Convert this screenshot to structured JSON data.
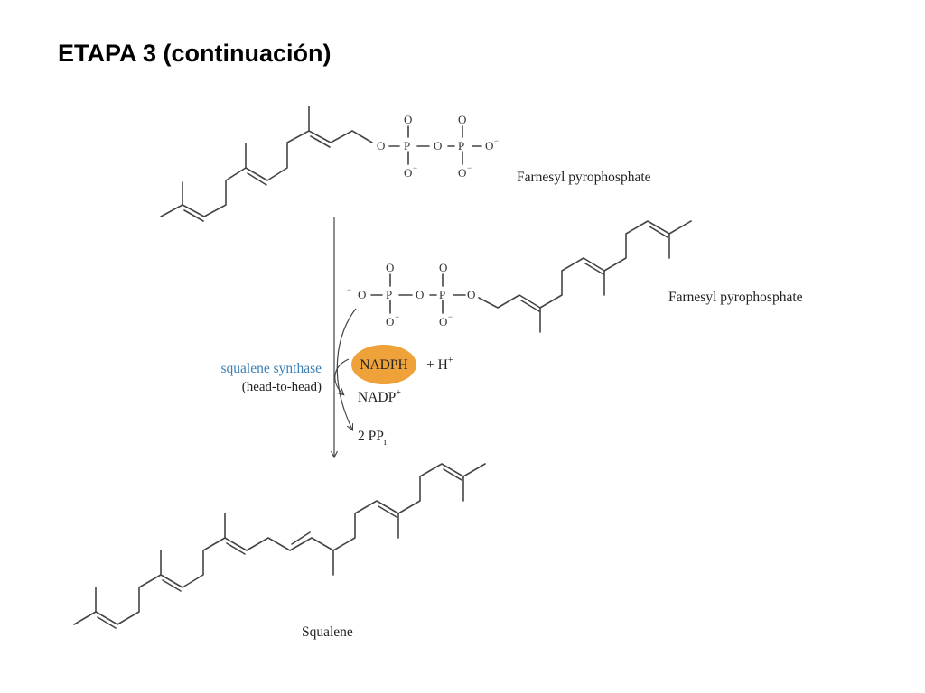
{
  "slide": {
    "title": "ETAPA 3 (continuación)"
  },
  "molecules": {
    "top": {
      "name": "Farnesyl pyrophosphate"
    },
    "middle": {
      "name": "Farnesyl pyrophosphate"
    },
    "product": {
      "name": "Squalene"
    }
  },
  "atoms": {
    "oxygen": "O",
    "phosphorus": "P",
    "minus": "−"
  },
  "reaction": {
    "enzyme": "squalene synthase",
    "mode": "(head-to-head)",
    "cofactor": "NADPH",
    "plus_h": "+ H",
    "h_charge": "+",
    "nadp": "NADP",
    "nadp_charge": "+",
    "ppi_prefix": "2 PP",
    "ppi_sub": "i"
  },
  "colors": {
    "enzyme_text": "#3b7fb4",
    "nadph_fill": "#f0a23a",
    "bond": "#444444"
  }
}
